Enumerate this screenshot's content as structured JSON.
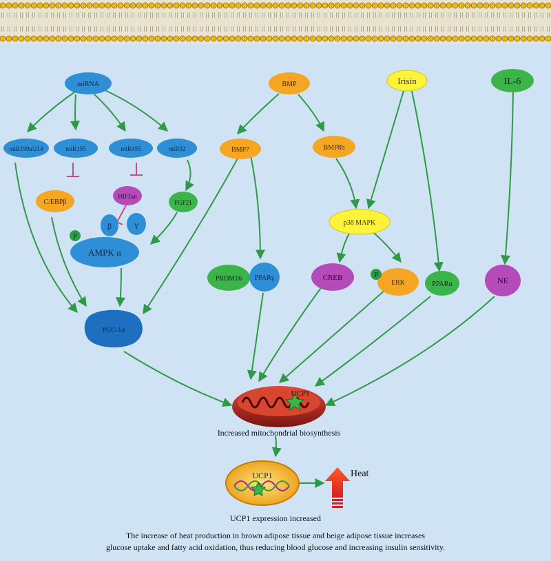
{
  "nodes": {
    "mirna": "miRNA",
    "bmp": "BMP",
    "irisin": "Irisin",
    "il6": "IL-6",
    "mir199": "miR199a/214",
    "mir155": "miR155",
    "mir455": "miR455",
    "mir32": "miR32",
    "bmp7": "BMP7",
    "bmp8b": "BMP8b",
    "cebpb": "C/EBPβ",
    "hif1an": "HIF1an",
    "fgf21": "FGF21",
    "p38": "p38 MAPK",
    "ampk": "AMPK α",
    "ampk_beta": "β",
    "ampk_gamma": "γ",
    "phospho": "P",
    "prdm16": "PRDM16",
    "ppar_gamma": "PPARγ",
    "creb": "CREB",
    "erk": "ERK",
    "ppar_alpha": "PPARα",
    "ne": "NE",
    "pgc1a": "PGC-1α",
    "ucp1_mito": "UCP1",
    "ucp1_cell": "UCP1"
  },
  "labels": {
    "mito_caption": "Increased mitochondrial biosynthesis",
    "heat": "Heat",
    "expression": "UCP1 expression increased",
    "summary_line1": "The increase of heat production in brown adipose tissue and beige adipose tissue increases",
    "summary_line2": "glucose uptake and fatty acid oxidation, thus reducing blood glucose and increasing insulin sensitivity."
  },
  "colors": {
    "background": "#cfe3f4",
    "arrow": "#2e9a46",
    "inhibit": "#d24b7e",
    "blue_node": "#2f8fd6",
    "orange_node": "#f5a623",
    "yellow_node": "#fff23a",
    "green_node": "#3bb54a",
    "purple_node": "#b44bb8",
    "mitochondrion": "#a8231c"
  }
}
